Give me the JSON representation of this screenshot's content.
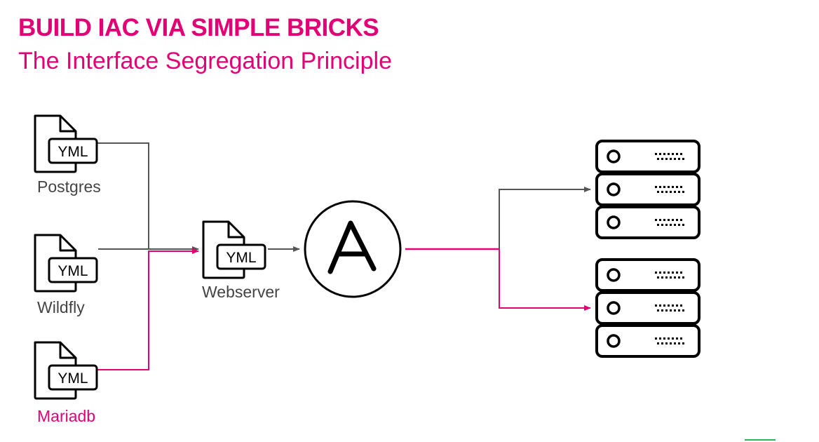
{
  "slide": {
    "title": "BUILD IAC VIA SIMPLE BRICKS",
    "subtitle": "The Interface Segregation Principle"
  },
  "colors": {
    "brand_magenta": "#e20074",
    "connector_gray": "#555555",
    "outline_black": "#000000",
    "footer_accent": "#2fb35a"
  },
  "files": {
    "postgres": {
      "badge": "YML",
      "label": "Postgres"
    },
    "wildfly": {
      "badge": "YML",
      "label": "Wildfly"
    },
    "mariadb": {
      "badge": "YML",
      "label": "Mariadb"
    },
    "webserver": {
      "badge": "YML",
      "label": "Webserver"
    }
  },
  "ansible": {
    "icon": "ansible-logo-icon"
  },
  "server_stacks": [
    {
      "name": "server-stack-top",
      "units": 3,
      "icon": "server-icon"
    },
    {
      "name": "server-stack-bottom",
      "units": 3,
      "icon": "server-icon"
    }
  ]
}
